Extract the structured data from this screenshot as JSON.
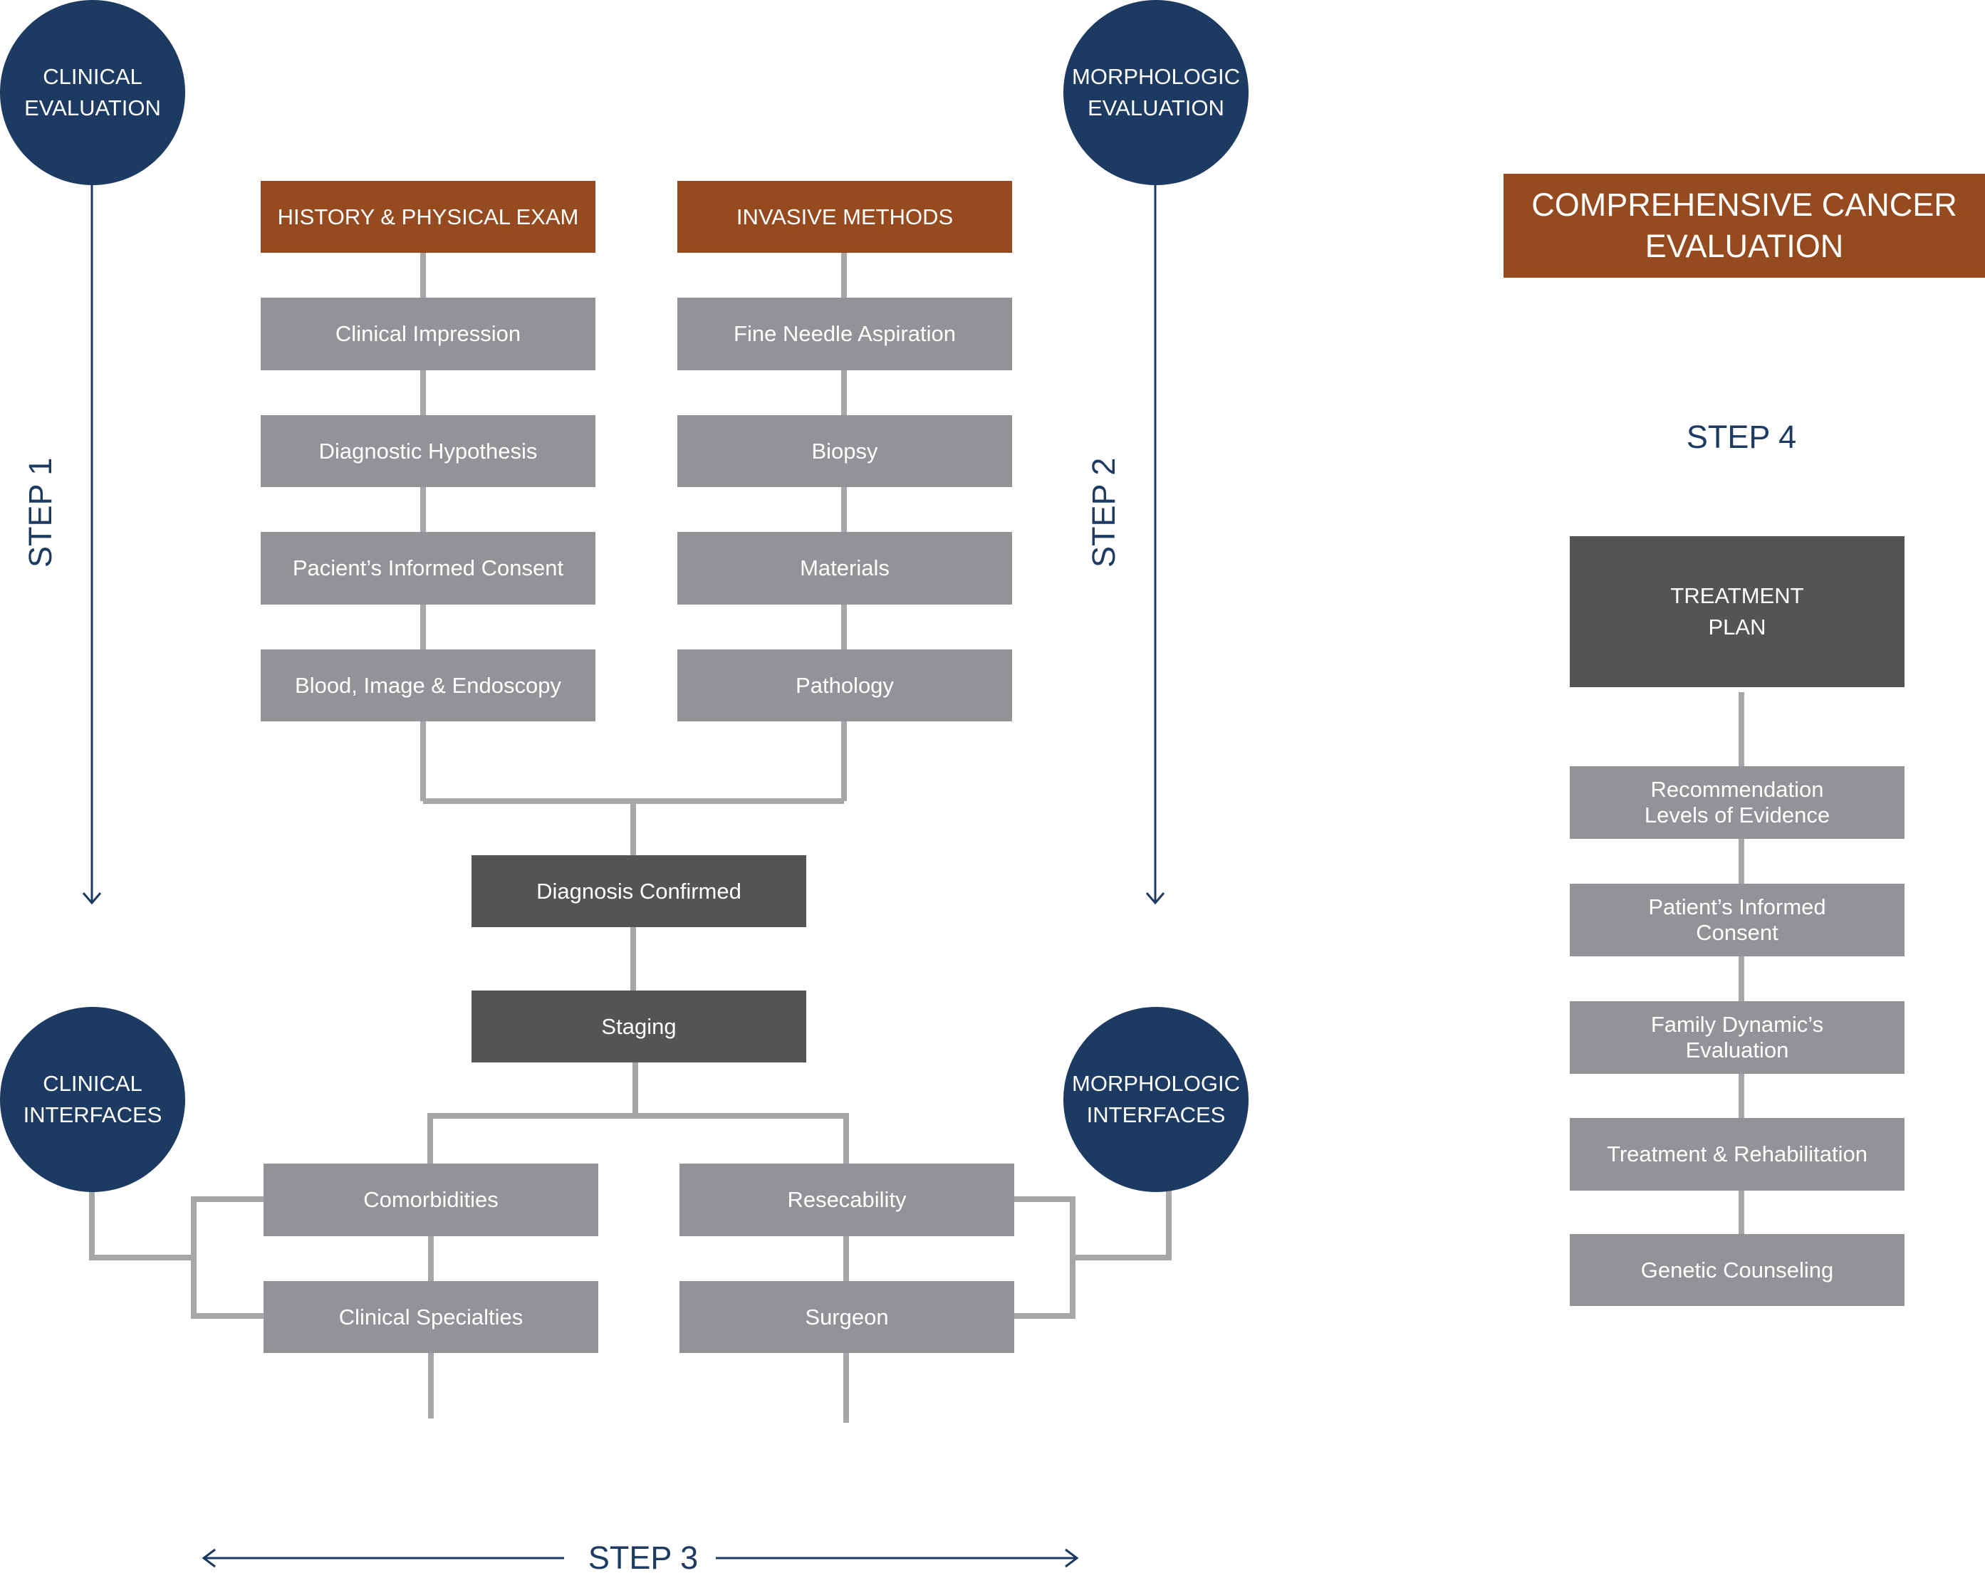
{
  "colors": {
    "navy": "#1d3a63",
    "orange": "#954a1f",
    "gray_box": "#929396",
    "dark_box": "#545456",
    "connector": "#a6a7a9"
  },
  "circles": {
    "clinical_evaluation": "CLINICAL\nEVALUATION",
    "morphologic_evaluation": "MORPHOLOGIC\nEVALUATION",
    "clinical_interfaces": "CLINICAL\nINTERFACES",
    "morphologic_interfaces": "MORPHOLOGIC\nINTERFACES"
  },
  "headers": {
    "history_exam": "HISTORY & PHYSICAL EXAM",
    "invasive_methods": "INVASIVE METHODS",
    "comprehensive": "COMPREHENSIVE CANCER\nEVALUATION"
  },
  "clinical_column": [
    "Clinical Impression",
    "Diagnostic Hypothesis",
    "Pacient’s Informed Consent",
    "Blood, Image & Endoscopy"
  ],
  "invasive_column": [
    "Fine Needle Aspiration",
    "Biopsy",
    "Materials",
    "Pathology"
  ],
  "center": {
    "diagnosis": "Diagnosis Confirmed",
    "staging": "Staging"
  },
  "branches": {
    "comorbidities": "Comorbidities",
    "clinical_specialties": "Clinical Specialties",
    "resecability": "Resecability",
    "surgeon": "Surgeon"
  },
  "treatment": {
    "plan": "TREATMENT\nPLAN",
    "items": [
      "Recommendation\nLevels of Evidence",
      "Patient’s Informed\nConsent",
      "Family Dynamic’s\nEvaluation",
      "Treatment & Rehabilitation",
      "Genetic Counseling"
    ]
  },
  "steps": {
    "step1": "STEP 1",
    "step2": "STEP 2",
    "step3": "STEP 3",
    "step4": "STEP 4"
  }
}
